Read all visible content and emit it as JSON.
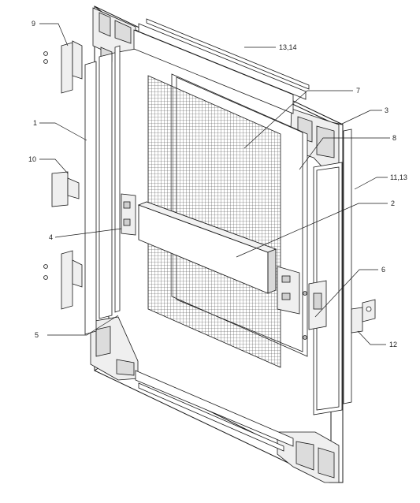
{
  "diagram": {
    "callouts": [
      {
        "id": "c1",
        "text": "1"
      },
      {
        "id": "c2",
        "text": "2"
      },
      {
        "id": "c3",
        "text": "3"
      },
      {
        "id": "c4",
        "text": "4"
      },
      {
        "id": "c5",
        "text": "5"
      },
      {
        "id": "c6",
        "text": "6"
      },
      {
        "id": "c7",
        "text": "7"
      },
      {
        "id": "c8",
        "text": "8"
      },
      {
        "id": "c9",
        "text": "9"
      },
      {
        "id": "c10",
        "text": "10"
      },
      {
        "id": "c11",
        "text": "11,13"
      },
      {
        "id": "c12",
        "text": "12"
      },
      {
        "id": "c13",
        "text": "13,14"
      }
    ]
  },
  "colors": {
    "line": "#1a1a1a",
    "mesh": "#555555",
    "fill_light": "#f2f2f2",
    "fill_mid": "#d9d9d9"
  }
}
